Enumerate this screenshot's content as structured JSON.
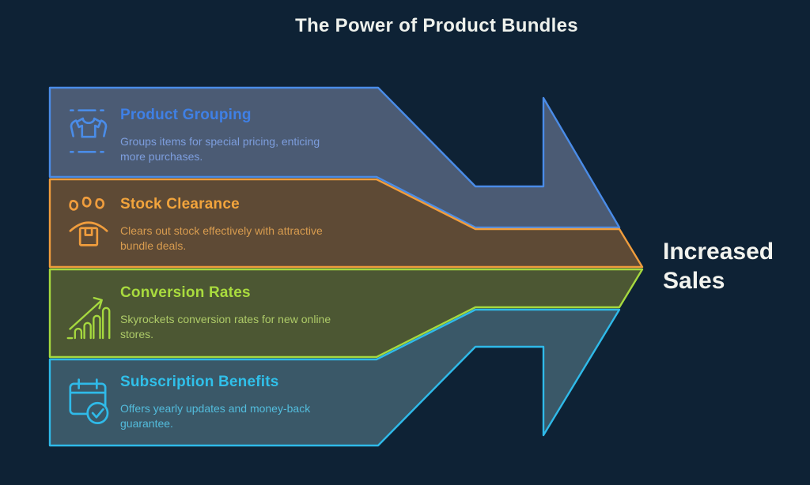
{
  "title": "The Power of Product Bundles",
  "result_label": "Increased Sales",
  "colors": {
    "bg": "#0e2235",
    "title_text": "#eef1ec",
    "result_text": "#f2f3ee",
    "blue": "#4a8ce8",
    "blue_fill": "#4b5b74",
    "blue_title": "#3f80e6",
    "blue_desc": "#7d9ede",
    "orange": "#f09d3d",
    "orange_fill": "#5e4a35",
    "orange_title": "#f2a43c",
    "orange_desc": "#d89c4f",
    "green": "#a6d93f",
    "green_fill": "#4c5733",
    "green_title": "#a9db3e",
    "green_desc": "#aecb68",
    "teal": "#2fbae9",
    "teal_fill": "#3a5868",
    "teal_title": "#30c0ea",
    "teal_desc": "#53bcdc"
  },
  "bands": [
    {
      "id": "product-grouping",
      "title": "Product Grouping",
      "description": "Groups items for special pricing, enticing\nmore purchases.",
      "icon": "tshirts-icon"
    },
    {
      "id": "stock-clearance",
      "title": "Stock Clearance",
      "description": "Clears out stock effectively with attractive\nbundle deals.",
      "icon": "clearance-drops-box-icon"
    },
    {
      "id": "conversion-rates",
      "title": "Conversion Rates",
      "description": "Skyrockets conversion rates for new online\nstores.",
      "icon": "growth-chart-icon"
    },
    {
      "id": "subscription-benefits",
      "title": "Subscription Benefits",
      "description": "Offers yearly updates and money-back\nguarantee.",
      "icon": "calendar-check-icon"
    }
  ]
}
